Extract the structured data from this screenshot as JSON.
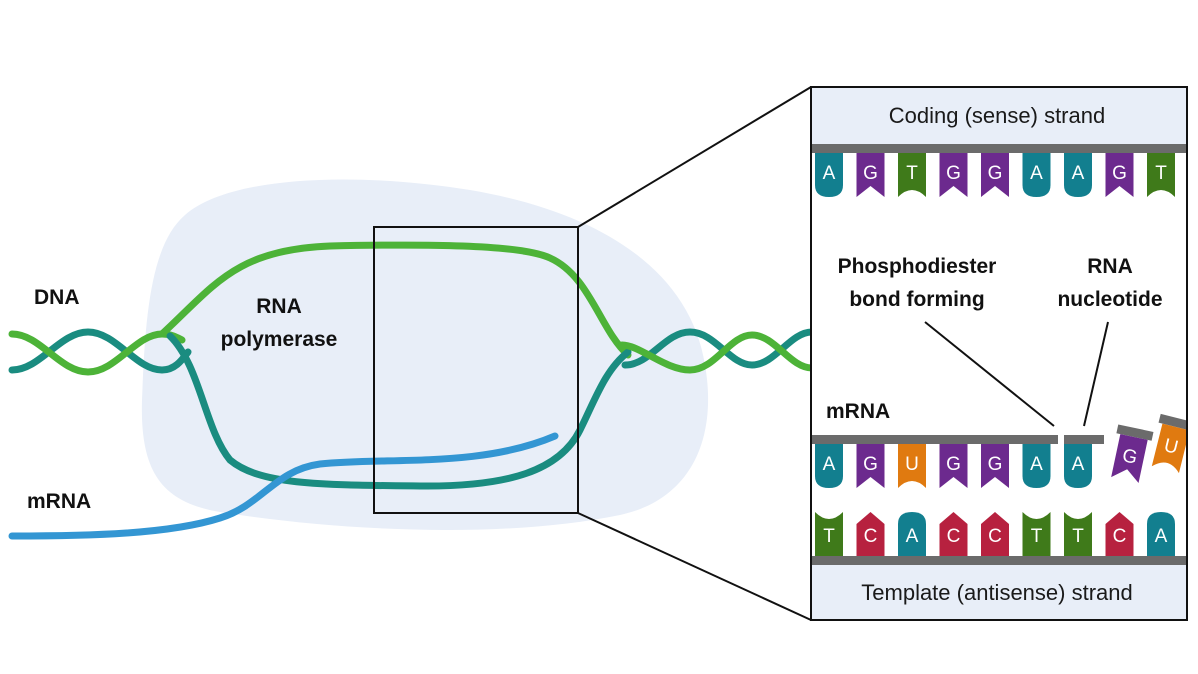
{
  "labels": {
    "dna": "DNA",
    "rna_polymerase_1": "RNA",
    "rna_polymerase_2": "polymerase",
    "mrna_left": "mRNA",
    "mrna_zoom": "mRNA",
    "phosphodiester_1": "Phosphodiester",
    "phosphodiester_2": "bond forming",
    "rna_nucleotide_1": "RNA",
    "rna_nucleotide_2": "nucleotide"
  },
  "zoom": {
    "coding_strand_title": "Coding (sense) strand",
    "template_strand_title": "Template (antisense) strand",
    "coding_strand": [
      "A",
      "G",
      "T",
      "G",
      "G",
      "A",
      "A",
      "G",
      "T"
    ],
    "mrna_strand": [
      "A",
      "G",
      "U",
      "G",
      "G",
      "A",
      "A"
    ],
    "template_strand": [
      "T",
      "C",
      "A",
      "C",
      "C",
      "T",
      "T",
      "C",
      "A"
    ],
    "incoming_nucleotides": [
      "G",
      "U"
    ]
  },
  "colors": {
    "A": "#127f8f",
    "G": "#6c2a8e",
    "T": "#3f7a1a",
    "C": "#b7213f",
    "U": "#e07a10",
    "dna_light": "#4db338",
    "dna_dark": "#1a8c80",
    "mrna": "#3396d3",
    "polymerase_blob": "#e8eef8",
    "backbone": "#6b6b6b",
    "title_band": "#e8eef8"
  }
}
